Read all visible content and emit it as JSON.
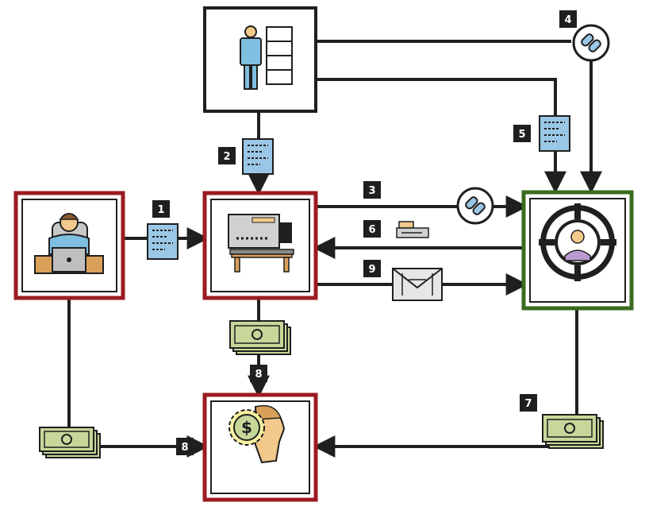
{
  "diagram": {
    "step_labels": [
      "1",
      "2",
      "3",
      "4",
      "5",
      "6",
      "7",
      "8",
      "8",
      "9"
    ],
    "icons": {
      "staff": "staff-person-icon",
      "employee": "employee-laptop-icon",
      "terminal": "computer-terminal-icon",
      "recipient": "recipient-target-icon",
      "finance": "finance-person-icon",
      "document": "blueprint-document-icon",
      "link": "chain-link-icon",
      "cash": "cash-stack-icon",
      "card": "card-slot-icon",
      "envelope": "envelope-icon"
    },
    "colors": {
      "line": "#1f1f1f",
      "box_red": "#9b1b22",
      "box_green": "#3a6b1f",
      "box_dark": "#1f1f1f",
      "doc_blue": "#9ac7e6",
      "cash_green": "#c7d79a",
      "person_blue": "#7fbfe0",
      "skin": "#f2c98a"
    }
  }
}
